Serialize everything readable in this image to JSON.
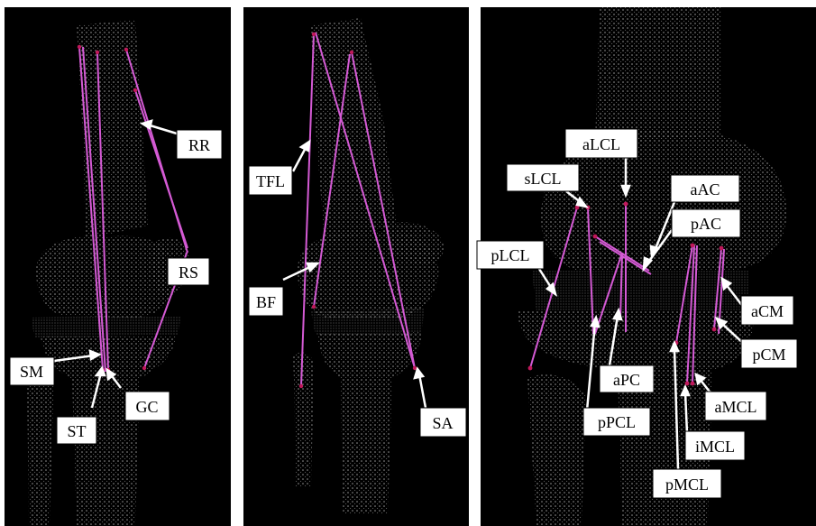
{
  "colors": {
    "background": "#000000",
    "bone_points": "#e8e8e8",
    "ligament": "#d45ad4",
    "attachment_point": "#c0185a",
    "label_box": "#ffffff",
    "separator": "#ffffff"
  },
  "panels": [
    {
      "name": "panel-left",
      "labels": [
        "RR",
        "RS",
        "SM",
        "ST",
        "GC"
      ]
    },
    {
      "name": "panel-middle",
      "labels": [
        "TFL",
        "BF",
        "SA"
      ]
    },
    {
      "name": "panel-right",
      "labels": [
        "aLCL",
        "sLCL",
        "aAC",
        "pAC",
        "pLCL",
        "aCM",
        "pCM",
        "aPC",
        "aMCL",
        "pPCL",
        "iMCL",
        "pMCL"
      ]
    }
  ]
}
